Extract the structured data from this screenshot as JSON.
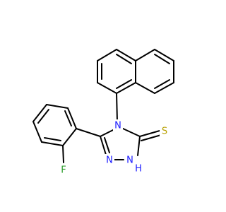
{
  "molecule": {
    "atoms": {
      "N4": {
        "symbol": "N",
        "color": "#1a1aff"
      },
      "N1": {
        "symbol": "N",
        "color": "#1a1aff"
      },
      "N2": {
        "symbol": "N",
        "color": "#1a1aff"
      },
      "H": {
        "symbol": "H",
        "color": "#1a1aff"
      },
      "S": {
        "symbol": "S",
        "color": "#b8a000"
      },
      "F": {
        "symbol": "F",
        "color": "#2e9e2e"
      }
    }
  }
}
